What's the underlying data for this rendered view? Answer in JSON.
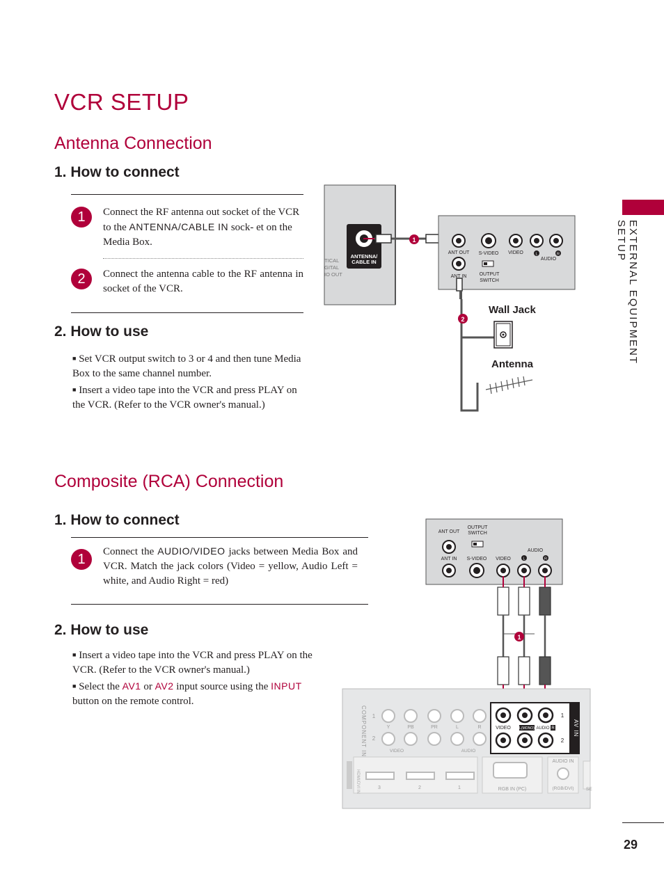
{
  "title": "VCR SETUP",
  "side_tab": "EXTERNAL EQUIPMENT SETUP",
  "page_number": "29",
  "antenna": {
    "heading": "Antenna Connection",
    "connect_heading": "1. How to connect",
    "step1_num": "1",
    "step1_a": "Connect the RF antenna out socket of the VCR to the",
    "step1_kw": "ANTENNA/CABLE IN",
    "step1_b": "sock- et on the Media Box.",
    "step2_num": "2",
    "step2": "Connect the antenna cable to the RF antenna in socket of the VCR.",
    "use_heading": "2. How to use",
    "use_bullets": [
      "Set VCR output switch to 3 or 4 and then tune Media Box to the same channel number.",
      "Insert a video tape into the VCR and press PLAY on the VCR. (Refer to the VCR owner's manual.)"
    ],
    "diagram": {
      "tv_label_left": "TICAL GITAL IO OUT",
      "tv_jack": "ANTENNA/ CABLE IN",
      "ant_out": "ANT OUT",
      "s_video": "S-VIDEO",
      "video": "VIDEO",
      "audio": "AUDIO",
      "ant_in": "ANT IN",
      "output_switch": "OUTPUT SWITCH",
      "l": "L",
      "r": "R",
      "wall_jack": "Wall Jack",
      "antenna_label": "Antenna",
      "m1": "1",
      "m2": "2"
    }
  },
  "composite": {
    "heading": "Composite (RCA) Connection",
    "connect_heading": "1. How to connect",
    "step1_num": "1",
    "step1_a": "Connect the",
    "step1_kw": "AUDIO/VIDEO",
    "step1_b": "jacks between Media Box and VCR. Match the jack colors (Video = yellow, Audio Left = white, and Audio Right = red)",
    "use_heading": "2. How to use",
    "use_bullet1": "Insert a video tape into the VCR and press PLAY on the VCR. (Refer to the VCR owner's manual.)",
    "use_b2_a": "Select the",
    "use_b2_kw1": "AV1",
    "use_b2_or": "or",
    "use_b2_kw2": "AV2",
    "use_b2_b": "input source using the",
    "use_b2_kw3": "INPUT",
    "use_b2_c": "button on the remote control.",
    "diagram": {
      "ant_out": "ANT OUT",
      "output_switch": "OUTPUT SWITCH",
      "audio": "AUDIO",
      "ant_in": "ANT IN",
      "s_video": "S-VIDEO",
      "video": "VIDEO",
      "l": "L",
      "r": "R",
      "m1": "1",
      "component_in": "COMPONENT IN",
      "y": "Y",
      "pb": "PB",
      "pr": "PR",
      "video_group": "VIDEO",
      "audio_group": "AUDIO",
      "av_video": "VIDEO",
      "av_lmono": "L(MONO)",
      "av_audio": "AUDIO",
      "av_r": "R",
      "av_in": "AV IN",
      "row1": "1",
      "row2": "2",
      "hdmi_3": "3",
      "hdmi_2": "2",
      "hdmi_1": "1",
      "hdmi_side": "HDMI/ DVI IN",
      "rgb_in": "RGB IN (PC)",
      "audio_in": "AUDIO IN",
      "rgb_dvi": "(RGB/DVI)",
      "se": "SE"
    }
  }
}
